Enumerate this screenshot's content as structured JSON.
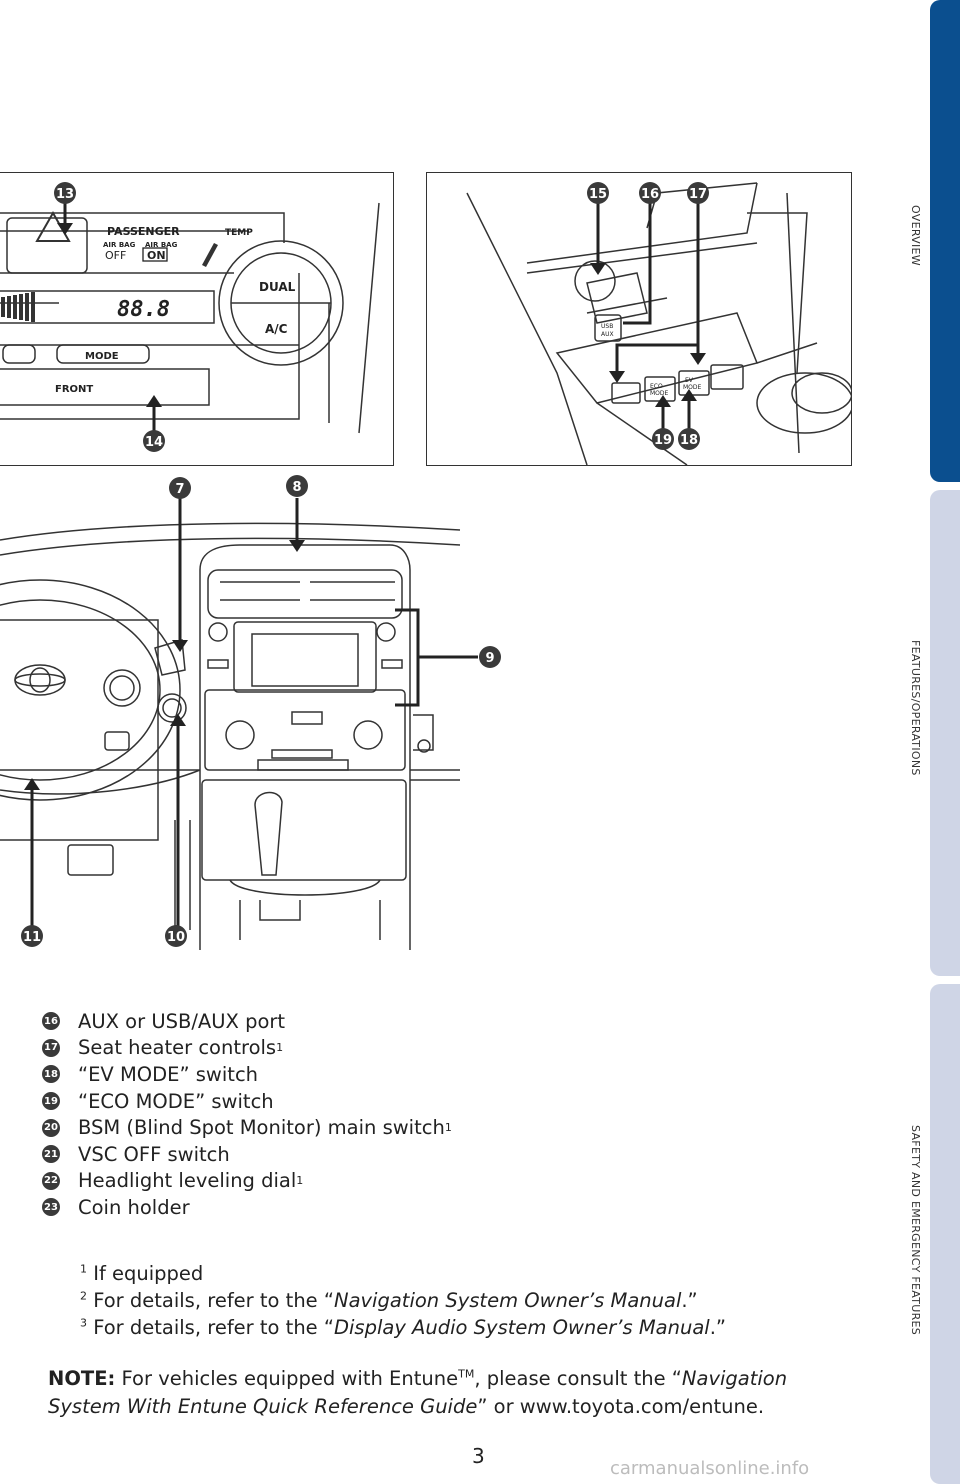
{
  "side_tabs": [
    {
      "label": "OVERVIEW",
      "active": true
    },
    {
      "label": "FEATURES/OPERATIONS",
      "active": false
    },
    {
      "label": "SAFETY AND EMERGENCY FEATURES",
      "active": false
    }
  ],
  "climate_panel": {
    "passenger": "PASSENGER",
    "air_bag_left": "AIR BAG",
    "air_bag_right": "AIR BAG",
    "off": "OFF",
    "on": "ON",
    "temp": "TEMP",
    "display": "88.8",
    "dual": "DUAL",
    "ac": "A/C",
    "mode": "MODE",
    "front": "FRONT"
  },
  "console_panel": {
    "usb": "USB",
    "aux": "AUX",
    "eco": "ECO",
    "eco_mode": "MODE",
    "ev": "EV",
    "ev_mode": "MODE"
  },
  "callouts": {
    "c7": "7",
    "c8": "8",
    "c9": "9",
    "c10": "10",
    "c11": "11",
    "c13": "13",
    "c14": "14",
    "c15": "15",
    "c16": "16",
    "c17": "17",
    "c18": "18",
    "c19": "19"
  },
  "legend": [
    {
      "num": "16",
      "text": "AUX or USB/AUX port",
      "sup": ""
    },
    {
      "num": "17",
      "text": "Seat heater controls",
      "sup": "1"
    },
    {
      "num": "18",
      "text": "“EV MODE” switch",
      "sup": ""
    },
    {
      "num": "19",
      "text": "“ECO MODE” switch",
      "sup": ""
    },
    {
      "num": "20",
      "text": "BSM (Blind Spot Monitor) main switch",
      "sup": "1"
    },
    {
      "num": "21",
      "text": "VSC OFF switch",
      "sup": ""
    },
    {
      "num": "22",
      "text": "Headlight leveling dial",
      "sup": "1"
    },
    {
      "num": "23",
      "text": "Coin holder",
      "sup": ""
    }
  ],
  "footnotes": [
    {
      "sup": "1",
      "pre": "If equipped",
      "em": "",
      "post": ""
    },
    {
      "sup": "2",
      "pre": "For details, refer to the “",
      "em": "Navigation System Owner’s Manual",
      "post": ".”"
    },
    {
      "sup": "3",
      "pre": "For details, refer to the “",
      "em": "Display Audio System Owner’s Manual",
      "post": ".”"
    }
  ],
  "note": {
    "label": "NOTE:",
    "text1": " For vehicles equipped with Entune",
    "tm": "TM",
    "text2": ", please consult the “",
    "em": "Navigation System With Entune Quick Reference Guide",
    "text3": "” or www.toyota.com/entune."
  },
  "page_number": "3",
  "watermark": "carmanualsonline.info",
  "colors": {
    "tab_active": "#0b4f8f",
    "tab_inactive": "#cfd5e6",
    "callout": "#3a3a3a"
  }
}
